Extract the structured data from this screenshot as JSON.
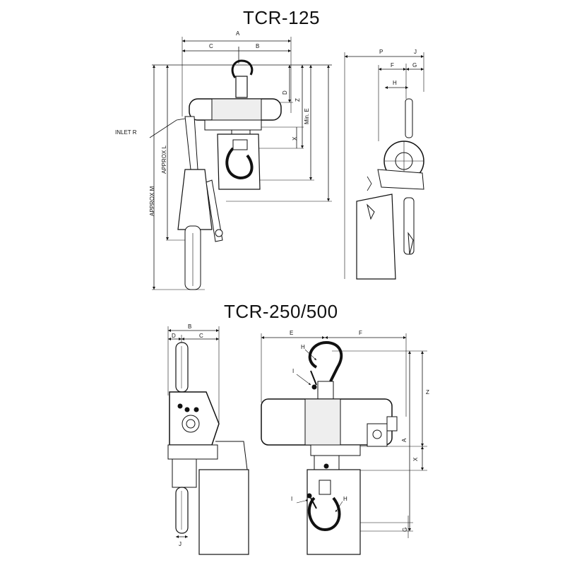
{
  "top": {
    "title": "TCR-125",
    "labels": {
      "A": "A",
      "B": "B",
      "C": "C",
      "D": "D",
      "Z": "Z",
      "X": "X",
      "E": "Min. E",
      "L": "APPROX L",
      "M": "APPROX M",
      "R": "INLET R",
      "P": "P",
      "J": "J",
      "F": "F",
      "G": "G",
      "H": "H"
    }
  },
  "bottom": {
    "title": "TCR-250/500",
    "labels": {
      "B": "B",
      "D": "D",
      "C": "C",
      "J": "J",
      "E": "E",
      "F": "F",
      "H1": "H",
      "I1": "I",
      "Z": "Z",
      "A": "A",
      "X": "X",
      "I2": "I",
      "H2": "H",
      "G": "G"
    }
  }
}
